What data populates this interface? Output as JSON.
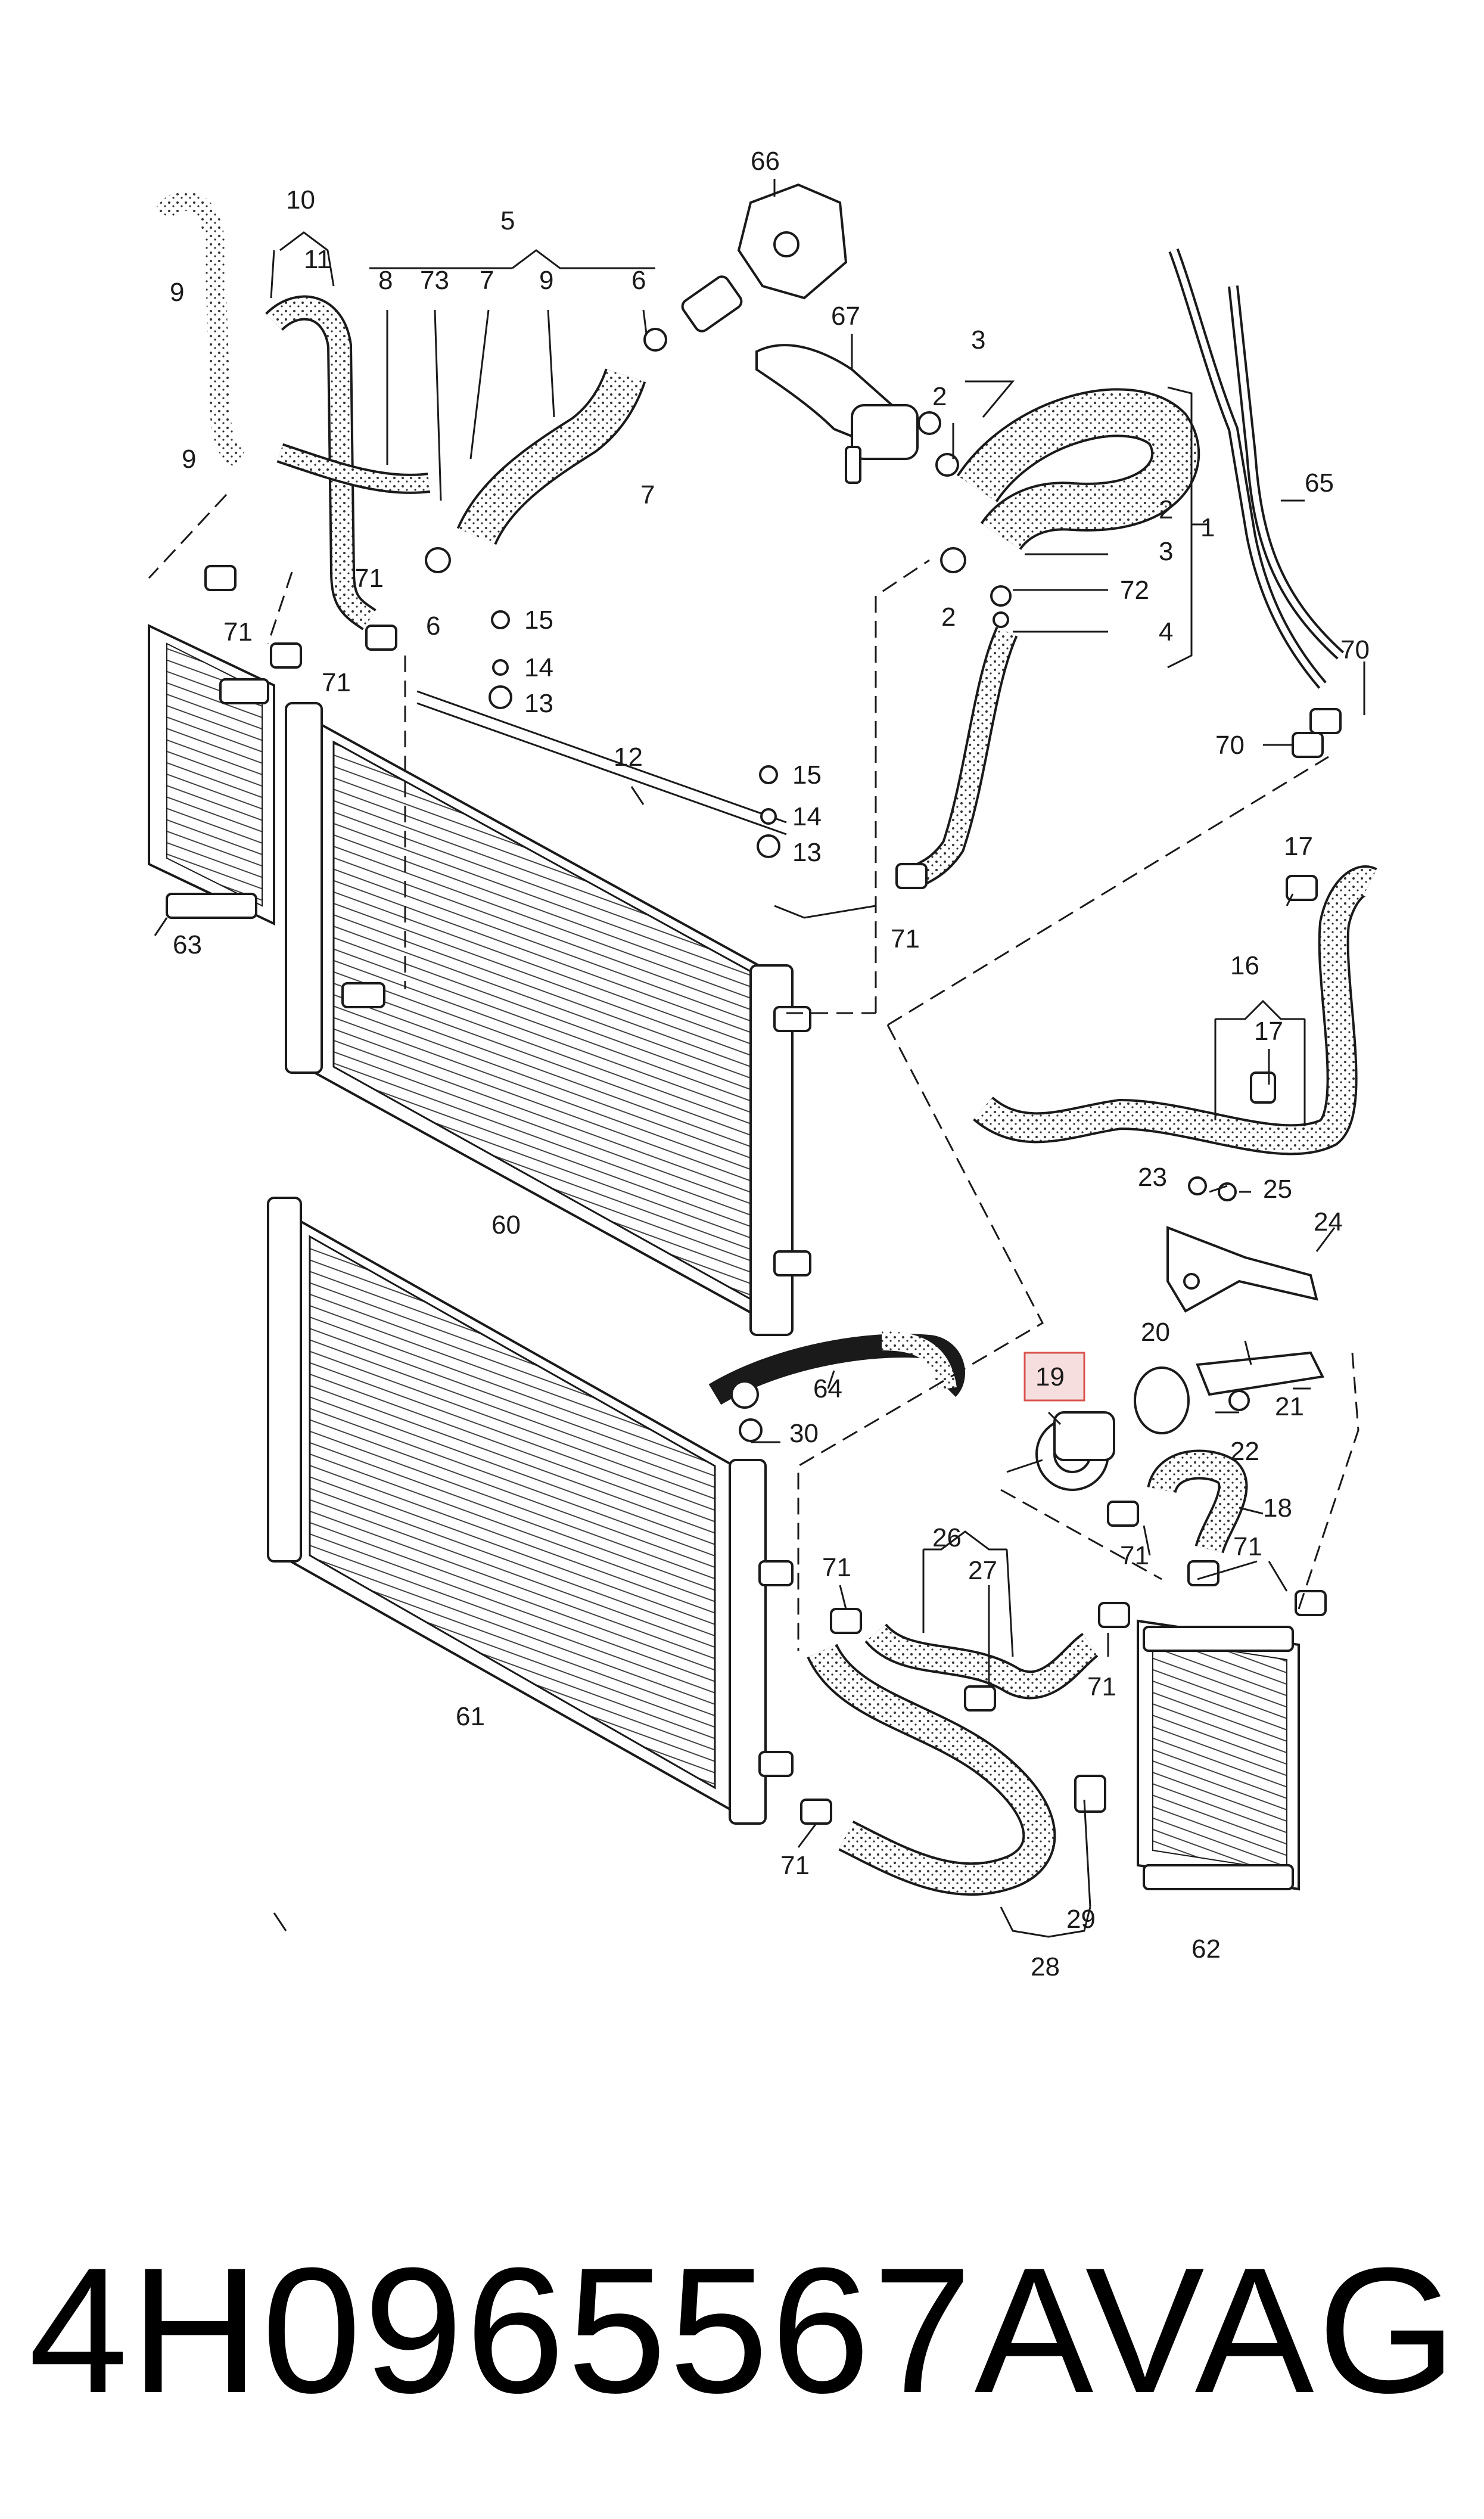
{
  "diagram": {
    "labels": [
      "1",
      "2",
      "3",
      "4",
      "5",
      "6",
      "7",
      "8",
      "9",
      "10",
      "11",
      "12",
      "13",
      "14",
      "15",
      "16",
      "17",
      "18",
      "19",
      "20",
      "21",
      "22",
      "23",
      "24",
      "25",
      "26",
      "27",
      "28",
      "29",
      "30",
      "60",
      "61",
      "62",
      "63",
      "64",
      "65",
      "66",
      "67",
      "70",
      "71",
      "72",
      "73"
    ],
    "highlighted_label": "19"
  },
  "footer": {
    "part_number": "4H0965567A",
    "brand": "VAG"
  }
}
